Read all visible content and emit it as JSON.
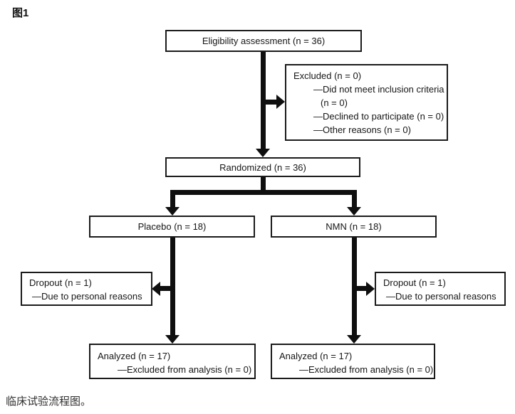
{
  "figure_label": "图1",
  "caption": "临床试验流程图。",
  "flowchart": {
    "eligibility": "Eligibility assessment (n = 36)",
    "excluded": {
      "title": "Excluded (n = 0)",
      "items": [
        "—Did not meet inclusion criteria (n = 0)",
        "—Declined to participate (n = 0)",
        "—Other reasons (n = 0)"
      ]
    },
    "randomized": "Randomized (n = 36)",
    "placebo_arm": "Placebo (n = 18)",
    "nmn_arm": "NMN (n = 18)",
    "dropout_left": {
      "title": "Dropout (n = 1)",
      "reason": "—Due to personal reasons"
    },
    "dropout_right": {
      "title": "Dropout (n = 1)",
      "reason": "—Due to personal reasons"
    },
    "analyzed_left": {
      "title": "Analyzed (n = 17)",
      "detail": "—Excluded from analysis (n = 0)"
    },
    "analyzed_right": {
      "title": "Analyzed (n = 17)",
      "detail": "—Excluded from analysis (n = 0)"
    }
  },
  "colors": {
    "line": "#0f0f0f",
    "box_border": "#1b1b1b",
    "background": "#ffffff"
  }
}
